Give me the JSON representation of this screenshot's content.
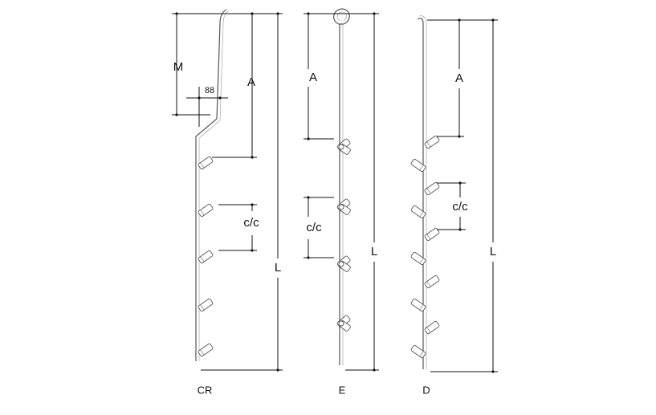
{
  "variants": [
    {
      "id": "cr",
      "caption": "CR",
      "labels": {
        "m": "M",
        "offset": "88",
        "a": "A",
        "cc": "c/c",
        "l": "L"
      }
    },
    {
      "id": "e",
      "caption": "E",
      "labels": {
        "a": "A",
        "cc": "c/c",
        "l": "L"
      }
    },
    {
      "id": "d",
      "caption": "D",
      "labels": {
        "a": "A",
        "cc": "c/c",
        "l": "L"
      }
    }
  ]
}
